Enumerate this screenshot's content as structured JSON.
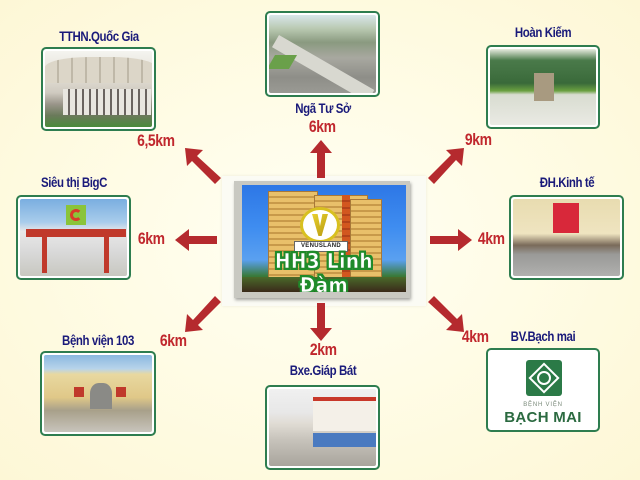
{
  "center": {
    "title": "HH3 Linh Đàm",
    "logo_text": "VENUSLAND"
  },
  "colors": {
    "background": "#fffce6",
    "label_text": "#1a1a7a",
    "distance_text": "#c0272d",
    "arrow": "#b52a2e",
    "card_border": "#2e7d4f",
    "center_title_outline": "#1f8a2a",
    "bach_mai_green": "#2b7a47"
  },
  "destinations": [
    {
      "id": "tthn",
      "label": "TTHN.Quốc Gia",
      "distance": "6,5km",
      "direction": "northwest",
      "image": "national-convention-center-photo"
    },
    {
      "id": "nga-tu-so",
      "label": "Ngã Tư Sở",
      "distance": "6km",
      "direction": "north",
      "image": "overpass-intersection-photo"
    },
    {
      "id": "hoan-kiem",
      "label": "Hoàn Kiếm",
      "distance": "9km",
      "direction": "northeast",
      "image": "turtle-tower-lake-photo"
    },
    {
      "id": "bigc",
      "label": "Siêu thị BigC",
      "distance": "6km",
      "direction": "west",
      "image": "bigc-supermarket-photo"
    },
    {
      "id": "dh-kinh-te",
      "label": "ĐH.Kinh tế",
      "distance": "4km",
      "direction": "east",
      "image": "economics-university-photo"
    },
    {
      "id": "benh-vien-103",
      "label": "Bệnh viện 103",
      "distance": "6km",
      "direction": "southwest",
      "image": "hospital-103-photo"
    },
    {
      "id": "bxe-giap-bat",
      "label": "Bxe.Giáp Bát",
      "distance": "2km",
      "direction": "south",
      "image": "bus-station-photo"
    },
    {
      "id": "bach-mai",
      "label": "BV.Bạch mai",
      "distance": "4km",
      "direction": "southeast",
      "image": "bach-mai-logo",
      "logo_subtitle": "BỆNH VIỆN",
      "logo_name": "BẠCH MAI"
    }
  ]
}
